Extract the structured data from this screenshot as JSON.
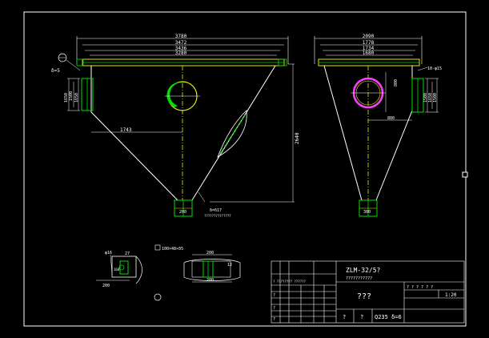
{
  "colors": {
    "background": "#000000",
    "frame": "#ffffff",
    "yellow": "#e8e800",
    "green": "#00e000",
    "pink": "#ff40ff",
    "white": "#ffffff"
  },
  "left_view": {
    "dim_top_1": "3780",
    "dim_top_2": "3472",
    "dim_top_3": "3436",
    "dim_top_4": "3280",
    "dim_width": "1743",
    "dim_height": "2640",
    "dim_left_1": "1650",
    "dim_left_2": "1500",
    "dim_left_3": "1650",
    "dim_bottom": "200",
    "note_bottom": "δ=δ17",
    "note_thickness": "δ=5",
    "note_bottom_sub": "??????????????"
  },
  "right_view": {
    "dim_top_1": "2090",
    "dim_top_2": "1778",
    "dim_top_3": "1734",
    "dim_top_4": "1680",
    "dim_outlet": "800",
    "dim_right": "10-φ15",
    "dim_right_1": "1500",
    "dim_right_2": "1650",
    "dim_right_3": "1500",
    "dim_inner": "880",
    "dim_bottom": "300"
  },
  "details": {
    "detail_1_label": "φ16",
    "detail_1_dim_a": "27",
    "detail_1_dim_b": "160",
    "detail_1_dim_c": "200",
    "detail_2_label": "100×48×δ5",
    "detail_2_dim_a": "200",
    "detail_2_dim_b": "12",
    "detail_2_dim_c": "200"
  },
  "title_block": {
    "drawing_no": "ZLM-32/5?",
    "drawing_sub": "???????????",
    "name": "???",
    "scale": "1:20",
    "material": "Q235 δ=6",
    "cell_q1": "?",
    "cell_q2": "?"
  }
}
